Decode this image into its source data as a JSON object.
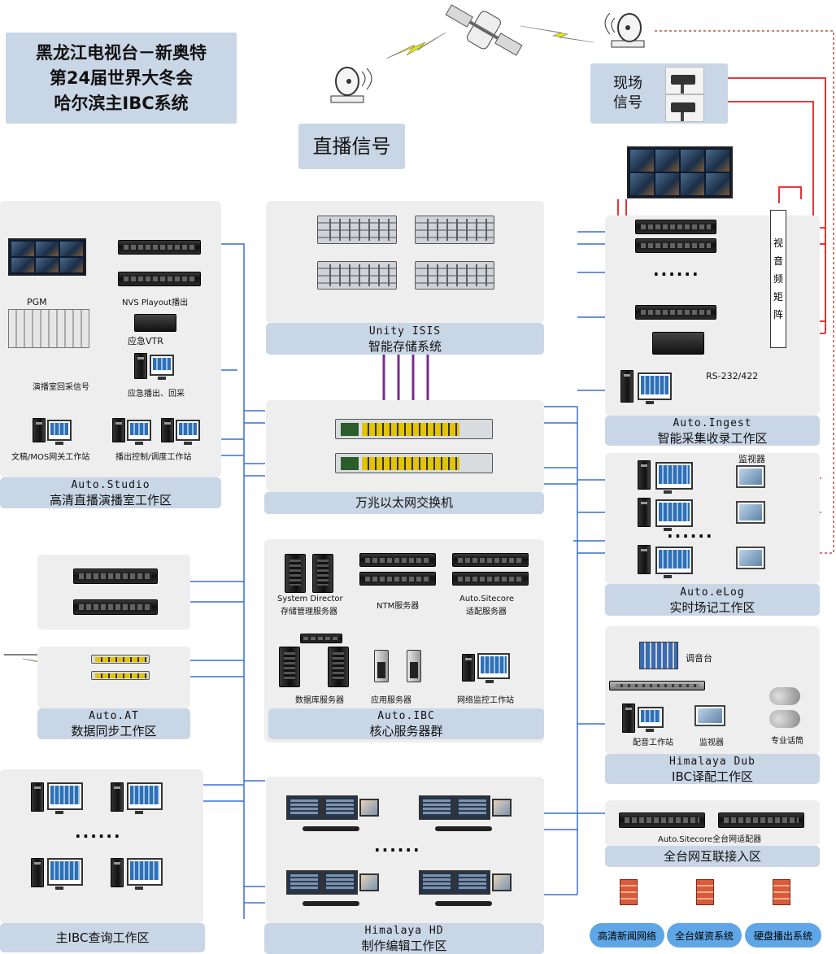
{
  "title": {
    "line1": "黑龙江电视台－新奥特",
    "line2": "第24届世界大冬会",
    "line3": "哈尔滨主IBC系统"
  },
  "live_signal": "直播信号",
  "site_signal": {
    "line1": "现场",
    "line2": "信号"
  },
  "storage": {
    "en": "Unity ISIS",
    "zh": "智能存储系统"
  },
  "switch": {
    "zh": "万兆以太网交换机"
  },
  "studio": {
    "en": "Auto.Studio",
    "zh": "高清直播演播室工作区",
    "pgm": "PGM",
    "nvs": "NVS Playout播出",
    "vtr": "应急VTR",
    "return_signal": "演播室回采信号",
    "emergency": "应急播出、回采",
    "mos": "文稿/MOS网关工作站",
    "control": "播出控制/调度工作站"
  },
  "at": {
    "en": "Auto.AT",
    "zh": "数据同步工作区"
  },
  "core": {
    "en": "Auto.IBC",
    "zh": "核心服务器群",
    "sd1": "System Director",
    "sd2": "存储管理服务器",
    "ntm": "NTM服务器",
    "sitecore1": "Auto.Sitecore",
    "sitecore2": "适配服务器",
    "db": "数据库服务器",
    "app": "应用服务器",
    "monitor_ws": "网络监控工作站"
  },
  "query": {
    "zh": "主IBC查询工作区",
    "dots": "······"
  },
  "edit": {
    "en": "Himalaya HD",
    "zh": "制作编辑工作区",
    "dots": "······"
  },
  "ingest": {
    "en": "Auto.Ingest",
    "zh": "智能采集收录工作区",
    "dots": "······",
    "rs": "RS-232/422"
  },
  "matrix": [
    "视",
    "音",
    "频",
    "矩",
    "阵"
  ],
  "elog": {
    "en": "Auto.eLog",
    "zh": "实时场记工作区",
    "monitor": "监视器",
    "dots": "······"
  },
  "dub": {
    "en": "Himalaya Dub",
    "zh": "IBC译配工作区",
    "mixer": "调音台",
    "ws": "配音工作站",
    "monitor": "监视器",
    "mic": "专业话筒"
  },
  "net": {
    "zh": "全台网互联接入区",
    "adapter": "Auto.Sitecore全台网适配器"
  },
  "clouds": [
    "高清新闻网络",
    "全台媒资系统",
    "硬盘播出系统"
  ],
  "colors": {
    "panel": "#eeeeef",
    "label": "#c9d6e6",
    "blue_line": "#3b6fd1",
    "red_line": "#e02020",
    "purple_line": "#7a2c8f",
    "dashed_line": "#b0341c"
  }
}
